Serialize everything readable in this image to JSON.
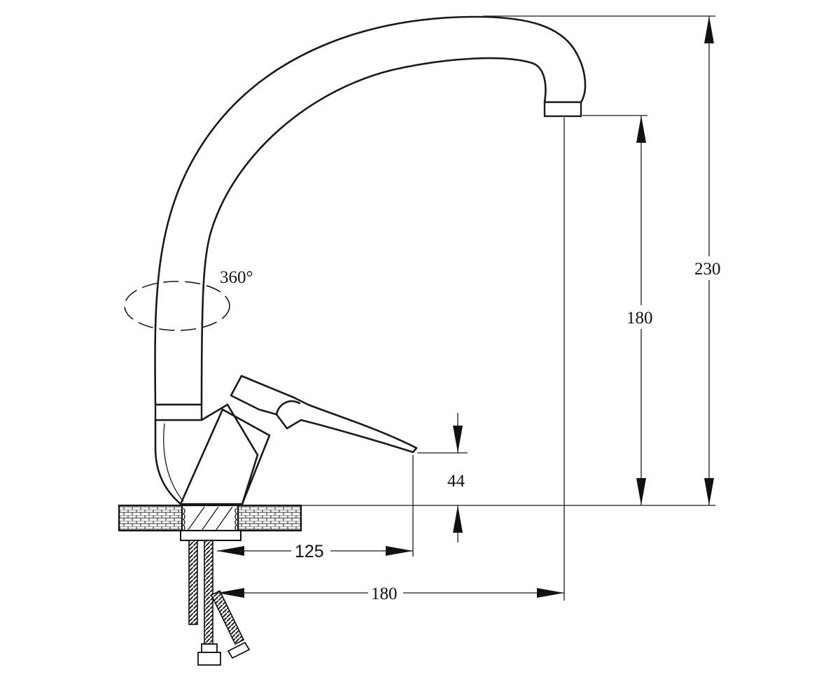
{
  "dimensions": {
    "total_height": "230",
    "spout_height": "180",
    "lever_height": "44",
    "lever_reach": "125",
    "spout_reach": "180",
    "rotation": "360°"
  }
}
